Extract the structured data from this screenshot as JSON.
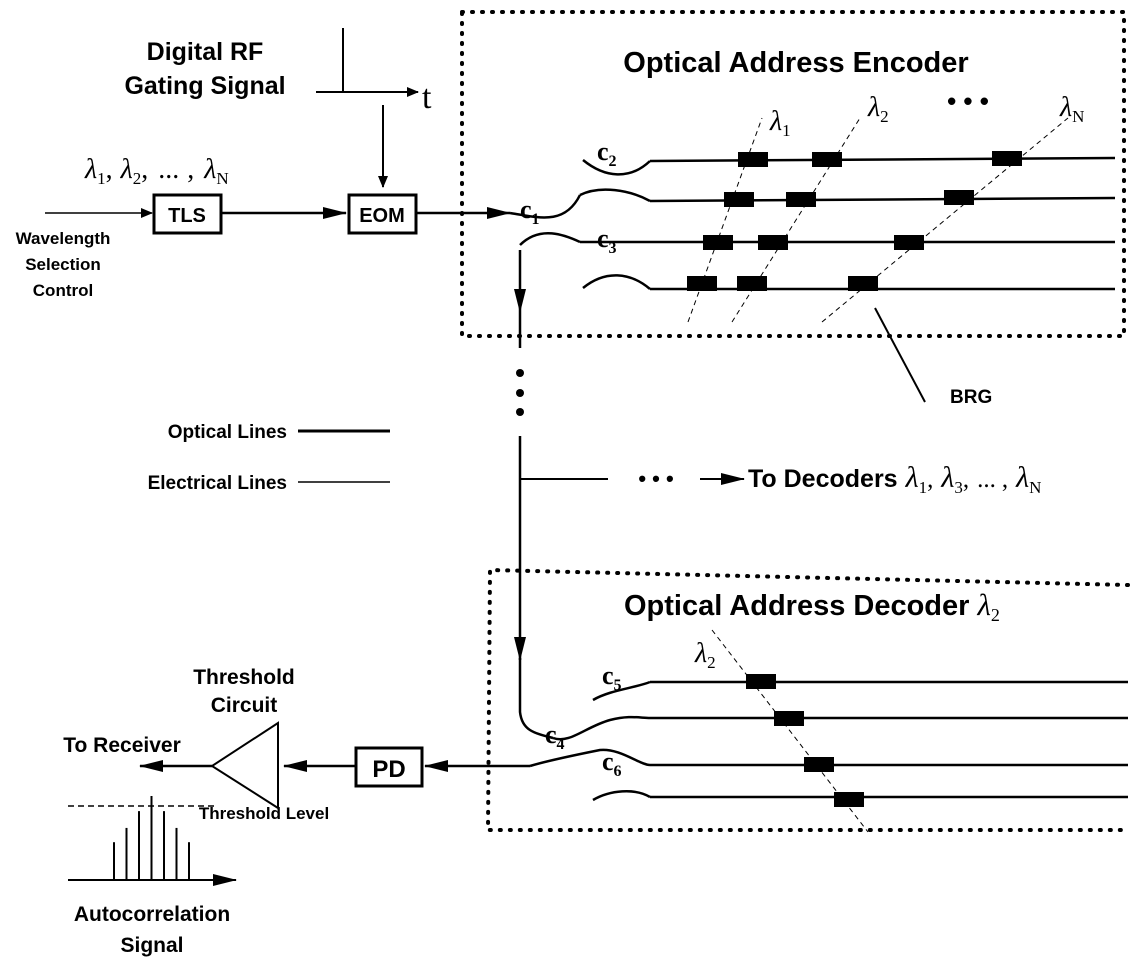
{
  "labels": {
    "rf_line1": "Digital RF",
    "rf_line2": "Gating Signal",
    "time_axis": "t",
    "lambda_sym": "λ",
    "sub_1": "1",
    "sub_2": "2",
    "sub_3": "3",
    "sub_N": "N",
    "seq_dots": "...",
    "seq_sep": ",",
    "wl_line1": "Wavelength",
    "wl_line2": "Selection",
    "wl_line3": "Control",
    "tls": "TLS",
    "eom": "EOM",
    "encoder_title": "Optical Address Encoder",
    "decoder_title": "Optical Address Decoder",
    "coupler_c": "c",
    "c1_sub": "1",
    "c2_sub": "2",
    "c3_sub": "3",
    "c4_sub": "4",
    "c5_sub": "5",
    "c6_sub": "6",
    "ellipsis": "• • •",
    "brg": "BRG",
    "optical_lines": "Optical Lines",
    "electrical_lines": "Electrical Lines",
    "to_decoders": "To Decoders",
    "pd": "PD",
    "threshold_line1": "Threshold",
    "threshold_line2": "Circuit",
    "to_receiver": "To Receiver",
    "threshold_level": "Threshold Level",
    "autocorr_line1": "Autocorrelation",
    "autocorr_line2": "Signal"
  },
  "autocorrelation_peaks": [
    0.45,
    0.62,
    0.82,
    1.0,
    0.82,
    0.62,
    0.45
  ]
}
